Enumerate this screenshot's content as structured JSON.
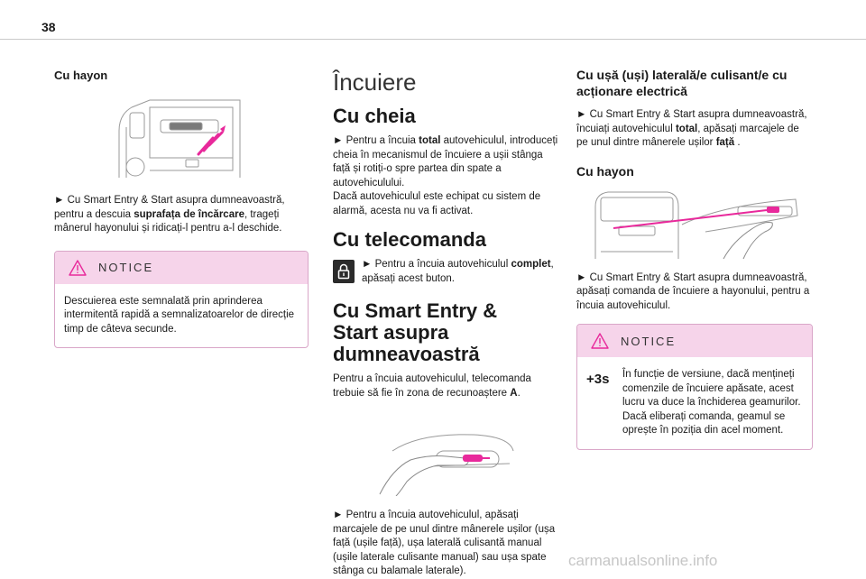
{
  "page_number": "38",
  "col1": {
    "heading": "Cu hayon",
    "para_parts": [
      "► Cu Smart Entry & Start asupra dumneavoastră, pentru a descuia ",
      "suprafața de încărcare",
      ", trageți mânerul hayonului și ridicați-l pentru a-l deschide."
    ],
    "notice_title": "NOTICE",
    "notice_text": "Descuierea este semnalată prin aprinderea intermitentă rapidă a semnalizatoarelor de direcție timp de câteva secunde."
  },
  "col2": {
    "title": "Încuiere",
    "key_heading": "Cu cheia",
    "key_parts": [
      "► Pentru a încuia ",
      "total",
      " autovehiculul, introduceți cheia în mecanismul de încuiere a ușii stânga față și rotiți-o spre partea din spate a autovehiculului."
    ],
    "key_note": "Dacă autovehiculul este echipat cu sistem de alarmă, acesta nu va fi activat.",
    "remote_heading": "Cu telecomanda",
    "remote_parts": [
      "► Pentru a încuia autovehiculul ",
      "complet",
      ", apăsați acest buton."
    ],
    "smart_heading_1": "Cu Smart Entry &",
    "smart_heading_2": "Start asupra dumneavoastră",
    "smart_parts": [
      "Pentru a încuia autovehiculul, telecomanda trebuie să fie în zona de recunoaștere ",
      "A",
      "."
    ],
    "smart_para2": "► Pentru a încuia autovehiculul, apăsați marcajele de pe unul dintre mânerele ușilor (ușa față (ușile față), ușa laterală culisantă manual (ușile laterale culisante manual) sau ușa spate stânga cu balamale laterale)."
  },
  "col3": {
    "heading": "Cu ușă (uși) laterală/e culisant/e cu acționare electrică",
    "para_parts": [
      "► Cu Smart Entry & Start asupra dumneavoastră, încuiați autovehiculul ",
      "total",
      ", apăsați marcajele de pe unul dintre mânerele ușilor ",
      "față",
      " ."
    ],
    "hayon_heading": "Cu hayon",
    "hayon_para": "► Cu Smart Entry & Start asupra dumneavoastră, apăsați comanda de încuiere a hayonului, pentru a încuia autovehiculul.",
    "notice_title": "NOTICE",
    "notice_icon_label": "+3s",
    "notice_text": "În funcție de versiune, dacă mențineți comenzile de încuiere apăsate, acest lucru va duce la închiderea geamurilor. Dacă eliberați comanda, geamul se oprește în poziția din acel moment."
  },
  "footer": "carmanualsonline.info",
  "colors": {
    "accent_pink": "#e8299b",
    "notice_bg": "#f6d4ea",
    "notice_border": "#d9a6c8"
  }
}
